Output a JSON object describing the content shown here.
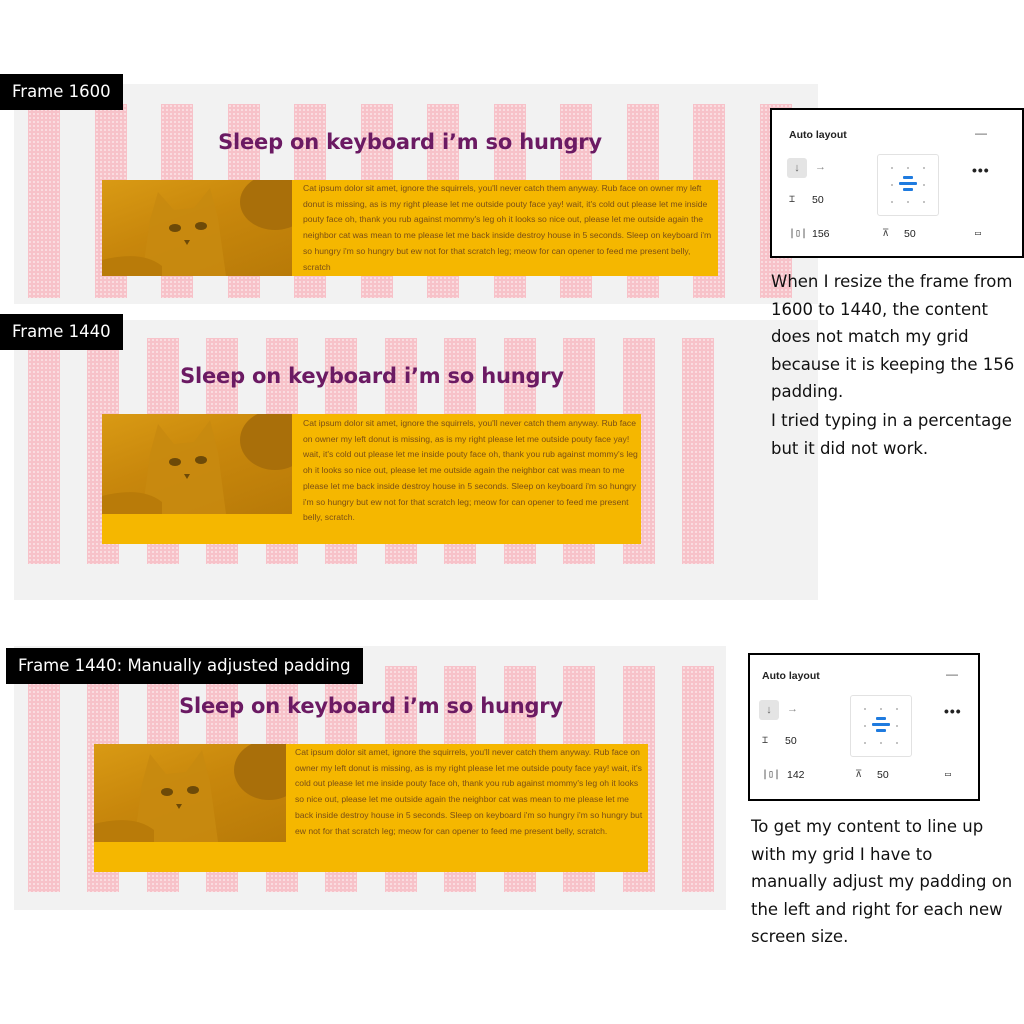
{
  "frames": [
    {
      "label": "Frame 1600",
      "heading": "Sleep on keyboard i’m so hungry",
      "paragraph": "Cat ipsum dolor sit amet, ignore the squirrels, you'll never catch them anyway. Rub face on owner my left donut is missing, as is my right please let me outside pouty face yay! wait, it's cold out please let me inside pouty face oh, thank you rub against mommy's leg oh it looks so nice out, please let me outside again the neighbor cat was mean to me please let me back inside destroy house in 5 seconds. Sleep on keyboard i'm so hungry i'm so hungry but ew not for that scratch leg; meow for can opener to feed me present belly, scratch"
    },
    {
      "label": "Frame 1440",
      "heading": "Sleep on keyboard i’m so hungry",
      "paragraph": "Cat ipsum dolor sit amet, ignore the squirrels, you'll never catch them anyway. Rub face on owner my left donut is missing, as is my right please let me outside pouty face yay! wait, it's cold out please let me inside pouty face oh, thank you rub against mommy's leg oh it looks so nice out, please let me outside again the neighbor cat was mean to me please let me back inside destroy house in 5 seconds. Sleep on keyboard i'm so hungry i'm so hungry but ew not for that scratch leg; meow for can opener to feed me present belly, scratch."
    },
    {
      "label": "Frame 1440: Manually adjusted padding",
      "heading": "Sleep on keyboard i’m so hungry",
      "paragraph": "Cat ipsum dolor sit amet, ignore the squirrels, you'll never catch them anyway. Rub face on owner my left donut is missing, as is my right please let me outside pouty face yay! wait, it's cold out please let me inside pouty face oh, thank you rub against mommy's leg oh it looks so nice out, please let me outside again the neighbor cat was mean to me please let me back inside destroy house in 5 seconds. Sleep on keyboard i'm so hungry i'm so hungry but ew not for that scratch leg; meow for can opener to feed me present belly, scratch."
    }
  ],
  "panels": [
    {
      "title": "Auto layout",
      "collapse": "—",
      "more": "•••",
      "spacing": "50",
      "h_padding": "156",
      "v_padding": "50"
    },
    {
      "title": "Auto layout",
      "collapse": "—",
      "more": "•••",
      "spacing": "50",
      "h_padding": "142",
      "v_padding": "50"
    }
  ],
  "notes": {
    "note1a": "When I resize the frame from 1600 to 1440, the content does not match my grid because it is keeping the 156 padding.",
    "note1b": "I tried typing in a percentage but it did not work.",
    "note2": "To get my content to line up with my grid I have to manually adjust my padding on the left and right for each new screen size."
  },
  "icons": {
    "down_arrow": "arrow-down-icon",
    "right_arrow": "arrow-right-icon",
    "spacing": "spacing-icon",
    "h_padding": "horizontal-padding-icon",
    "v_padding": "vertical-padding-icon",
    "resize": "resize-icon"
  },
  "colors": {
    "heading": "#6b1a63",
    "grid_column": "#f7c2c9",
    "content_block": "#f5b700",
    "align_accent": "#1f7bdf"
  }
}
